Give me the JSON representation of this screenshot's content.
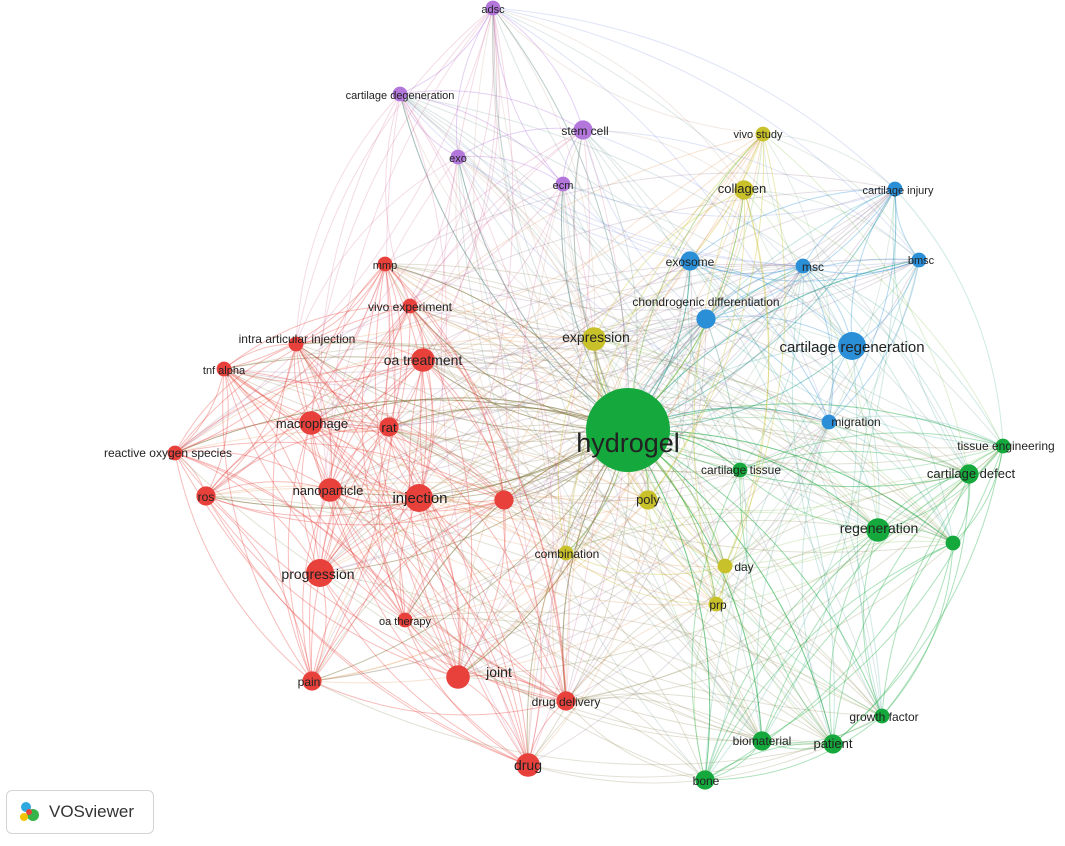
{
  "app_logo_label": "VOSviewer",
  "cluster_colors": {
    "red": "#e8413c",
    "green": "#15a83c",
    "blue": "#2b8fd8",
    "yellow": "#c9c12a",
    "purple": "#b377dc"
  },
  "nodes": [
    {
      "id": "hydrogel",
      "label": "hydrogel",
      "cluster": "green",
      "weight": 10
    },
    {
      "id": "cartilage-regeneration",
      "label": "cartilage regeneration",
      "cluster": "blue",
      "weight": 5
    },
    {
      "id": "chondrogenic-differentiation",
      "label": "chondrogenic differentiation",
      "cluster": "blue",
      "weight": 3
    },
    {
      "id": "exosome",
      "label": "exosome",
      "cluster": "blue",
      "weight": 3
    },
    {
      "id": "msc",
      "label": "msc",
      "cluster": "blue",
      "weight": 2
    },
    {
      "id": "bmsc",
      "label": "bmsc",
      "cluster": "blue",
      "weight": 2
    },
    {
      "id": "cartilage-injury",
      "label": "cartilage injury",
      "cluster": "blue",
      "weight": 2
    },
    {
      "id": "migration",
      "label": "migration",
      "cluster": "blue",
      "weight": 2
    },
    {
      "id": "collagen",
      "label": "collagen",
      "cluster": "yellow",
      "weight": 3
    },
    {
      "id": "vivo-study",
      "label": "vivo study",
      "cluster": "yellow",
      "weight": 2
    },
    {
      "id": "expression",
      "label": "expression",
      "cluster": "yellow",
      "weight": 4
    },
    {
      "id": "poly",
      "label": "poly",
      "cluster": "yellow",
      "weight": 3
    },
    {
      "id": "combination",
      "label": "combination",
      "cluster": "yellow",
      "weight": 2
    },
    {
      "id": "day",
      "label": "day",
      "cluster": "yellow",
      "weight": 2
    },
    {
      "id": "prp",
      "label": "prp",
      "cluster": "yellow",
      "weight": 2
    },
    {
      "id": "adsc",
      "label": "adsc",
      "cluster": "purple",
      "weight": 2
    },
    {
      "id": "cartilage-degeneration",
      "label": "cartilage degeneration",
      "cluster": "purple",
      "weight": 2
    },
    {
      "id": "stem-cell",
      "label": "stem cell",
      "cluster": "purple",
      "weight": 3
    },
    {
      "id": "exo",
      "label": "exo",
      "cluster": "purple",
      "weight": 2
    },
    {
      "id": "ecm",
      "label": "ecm",
      "cluster": "purple",
      "weight": 2
    },
    {
      "id": "mmp",
      "label": "mmp",
      "cluster": "red",
      "weight": 2
    },
    {
      "id": "vivo-experiment",
      "label": "vivo experiment",
      "cluster": "red",
      "weight": 2
    },
    {
      "id": "intra-articular-injection",
      "label": "intra articular injection",
      "cluster": "red",
      "weight": 2
    },
    {
      "id": "oa-treatment",
      "label": "oa treatment",
      "cluster": "red",
      "weight": 4
    },
    {
      "id": "tnf-alpha",
      "label": "tnf alpha",
      "cluster": "red",
      "weight": 2
    },
    {
      "id": "macrophage",
      "label": "macrophage",
      "cluster": "red",
      "weight": 4
    },
    {
      "id": "rat",
      "label": "rat",
      "cluster": "red",
      "weight": 3
    },
    {
      "id": "reactive-oxygen-species",
      "label": "reactive oxygen species",
      "cluster": "red",
      "weight": 2
    },
    {
      "id": "ros",
      "label": "ros",
      "cluster": "red",
      "weight": 3
    },
    {
      "id": "nanoparticle",
      "label": "nanoparticle",
      "cluster": "red",
      "weight": 4
    },
    {
      "id": "injection",
      "label": "injection",
      "cluster": "red",
      "weight": 5
    },
    {
      "id": "red-hub",
      "label": "",
      "cluster": "red",
      "weight": 3
    },
    {
      "id": "progression",
      "label": "progression",
      "cluster": "red",
      "weight": 5
    },
    {
      "id": "oa-therapy",
      "label": "oa therapy",
      "cluster": "red",
      "weight": 2
    },
    {
      "id": "pain",
      "label": "pain",
      "cluster": "red",
      "weight": 3
    },
    {
      "id": "joint",
      "label": "joint",
      "cluster": "red",
      "weight": 4
    },
    {
      "id": "drug-delivery",
      "label": "drug delivery",
      "cluster": "red",
      "weight": 3
    },
    {
      "id": "drug",
      "label": "drug",
      "cluster": "red",
      "weight": 4
    },
    {
      "id": "cartilage-tissue",
      "label": "cartilage tissue",
      "cluster": "green",
      "weight": 2
    },
    {
      "id": "tissue-engineering",
      "label": "tissue engineering",
      "cluster": "green",
      "weight": 2
    },
    {
      "id": "cartilage-defect",
      "label": "cartilage defect",
      "cluster": "green",
      "weight": 3
    },
    {
      "id": "regeneration",
      "label": "regeneration",
      "cluster": "green",
      "weight": 4
    },
    {
      "id": "green-hub",
      "label": "",
      "cluster": "green",
      "weight": 2
    },
    {
      "id": "growth-factor",
      "label": "growth factor",
      "cluster": "green",
      "weight": 2
    },
    {
      "id": "patient",
      "label": "patient",
      "cluster": "green",
      "weight": 3
    },
    {
      "id": "biomaterial",
      "label": "biomaterial",
      "cluster": "green",
      "weight": 3
    },
    {
      "id": "bone",
      "label": "bone",
      "cluster": "green",
      "weight": 3
    }
  ]
}
